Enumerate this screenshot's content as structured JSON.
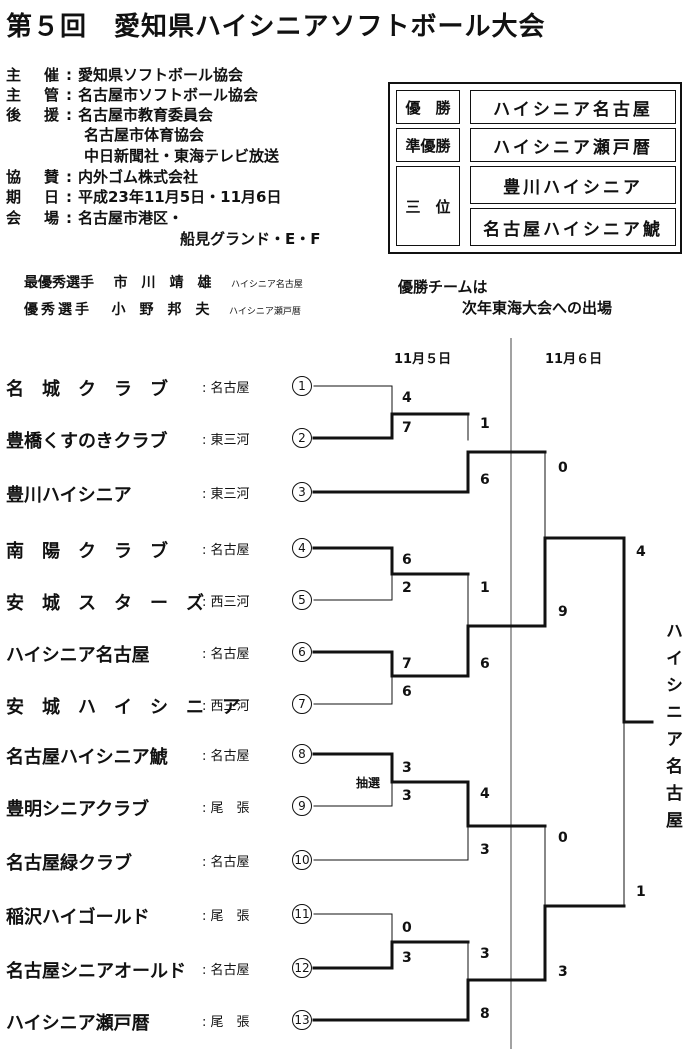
{
  "title": "第５回　愛知県ハイシニアソフトボール大会",
  "info": [
    {
      "key": "主　催",
      "value": "愛知県ソフトボール協会"
    },
    {
      "key": "主　管",
      "value": "名古屋市ソフトボール協会"
    },
    {
      "key": "後　援",
      "value": "名古屋市教育委員会"
    },
    {
      "key": "",
      "value": "名古屋市体育協会"
    },
    {
      "key": "",
      "value": "中日新聞社・東海テレビ放送"
    },
    {
      "key": "協　賛",
      "value": "内外ゴム株式会社"
    },
    {
      "key": "期　日",
      "value": "平成23年11月5日・11月6日"
    },
    {
      "key": "会　場",
      "value": "名古屋市港区・"
    },
    {
      "key": "",
      "value": "船見グランド・E・F"
    }
  ],
  "results": {
    "winner_label": "優　勝",
    "winner": "ハイシニア名古屋",
    "runnerup_label": "準優勝",
    "runnerup": "ハイシニア瀬戸暦",
    "third_label": "三　位",
    "third1": "豊川ハイシニア",
    "third2": "名古屋ハイシニア鯱"
  },
  "awards": {
    "mvp_label": "最優秀選手",
    "mvp_name": "市　川　靖　雄",
    "mvp_team": "ハイシニア名古屋",
    "excellent_label": "優秀選手",
    "excellent_name": "小　野　邦　夫",
    "excellent_team": "ハイシニア瀬戸暦"
  },
  "note": {
    "line1": "優勝チームは",
    "line2": "次年東海大会への出場"
  },
  "dates": {
    "day1": "11月５日",
    "day2": "11月６日"
  },
  "teams": [
    {
      "name": "名　城　ク　ラ　ブ",
      "region": "名古屋",
      "num": "1"
    },
    {
      "name": "豊橋くすのきクラブ",
      "region": "東三河",
      "num": "2"
    },
    {
      "name": "豊川ハイシニア",
      "region": "東三河",
      "num": "3"
    },
    {
      "name": "南　陽　ク　ラ　ブ",
      "region": "名古屋",
      "num": "4"
    },
    {
      "name": "安　城　ス　タ　ー　ズ",
      "region": "西三河",
      "num": "5"
    },
    {
      "name": "ハイシニア名古屋",
      "region": "名古屋",
      "num": "6"
    },
    {
      "name": "安　城　ハ　イ　シ　ニ　ア",
      "region": "西三河",
      "num": "7"
    },
    {
      "name": "名古屋ハイシニア鯱",
      "region": "名古屋",
      "num": "8"
    },
    {
      "name": "豊明シニアクラブ",
      "region": "尾　張",
      "num": "9"
    },
    {
      "name": "名古屋緑クラブ",
      "region": "名古屋",
      "num": "10"
    },
    {
      "name": "稲沢ハイゴールド",
      "region": "尾　張",
      "num": "11"
    },
    {
      "name": "名古屋シニアオールド",
      "region": "名古屋",
      "num": "12"
    },
    {
      "name": "ハイシニア瀬戸暦",
      "region": "尾　張",
      "num": "13"
    }
  ],
  "scores": {
    "g1a": "4",
    "g1b": "7",
    "g2a": "6",
    "g2b": "2",
    "g3a": "7",
    "g3b": "6",
    "g4a": "3",
    "g4b": "3",
    "g4_note": "抽選",
    "g5a": "0",
    "g5b": "3",
    "q1a": "1",
    "q1b": "6",
    "q2a": "1",
    "q2b": "6",
    "q3a": "4",
    "q3b": "3",
    "q4a": "3",
    "q4b": "8",
    "s1a": "0",
    "s1b": "9",
    "s2a": "0",
    "s2b": "3",
    "fa": "4",
    "fb": "1"
  },
  "champion": "ハイシニア名古屋"
}
